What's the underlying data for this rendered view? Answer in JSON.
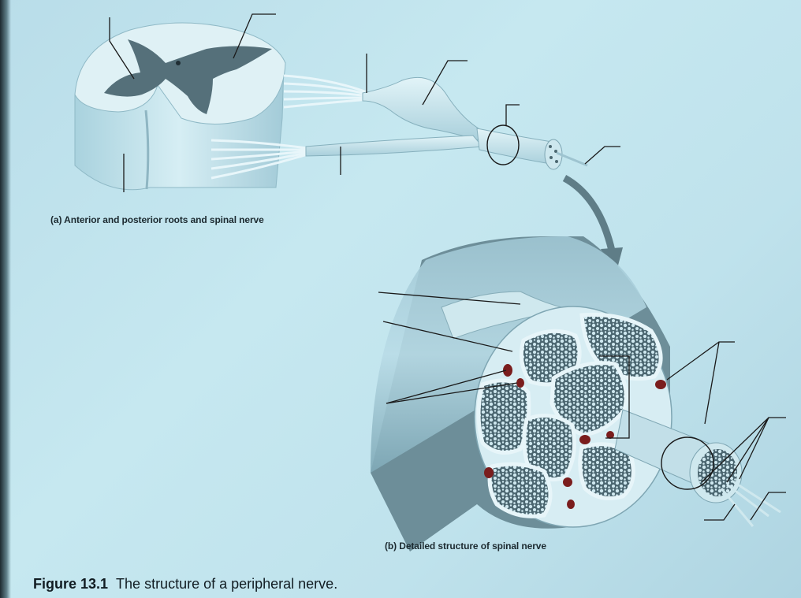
{
  "diagram": {
    "caption_a": "(a) Anterior and posterior roots and spinal nerve",
    "caption_b": "(b) Detailed structure of spinal nerve",
    "figure_label": "Figure 13.1",
    "figure_title": "The structure of a peripheral nerve."
  },
  "colors": {
    "background": "#c1e3ed",
    "tissue": "#d9eef3",
    "grey_matter": "#4f6a73",
    "fascicle": "#5a7780",
    "blood_vessel": "#7a1d1d",
    "leader_line": "#1a1a1a"
  }
}
